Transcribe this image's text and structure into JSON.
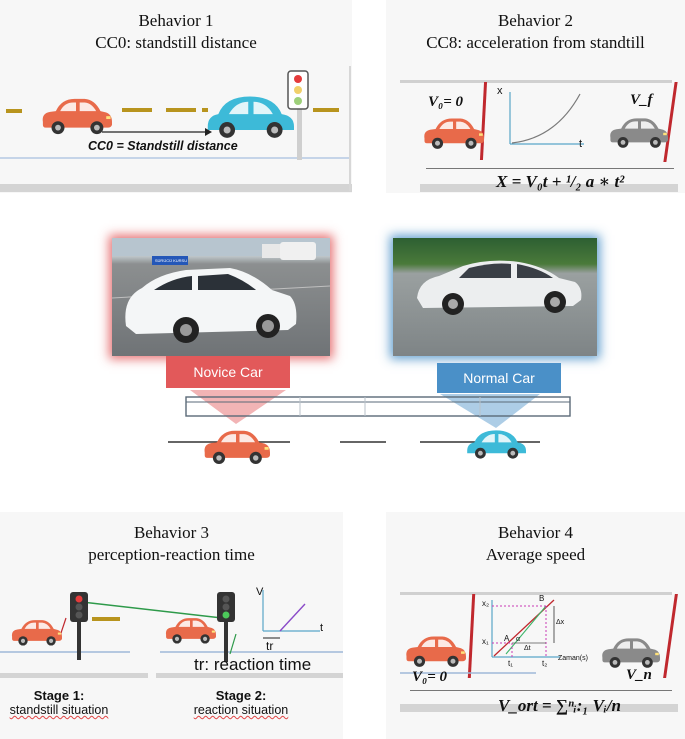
{
  "behavior1": {
    "title": "Behavior 1",
    "subtitle": "CC0: standstill distance",
    "label": "CC0 = Standstill distance"
  },
  "behavior2": {
    "title": "Behavior 2",
    "subtitle": "CC8: acceleration from standtill",
    "v0": "V₀= 0",
    "vf": "V_f",
    "graph_x": "x",
    "graph_t": "t",
    "equation": "X = V₀t + ¹/₂ a ∗ t²"
  },
  "center": {
    "novice_label": "Novice Car",
    "normal_label": "Normal Car",
    "sign": "SÜRÜCÜ KURSU"
  },
  "behavior3": {
    "title": "Behavior 3",
    "subtitle": "perception-reaction time",
    "graph_v": "V",
    "graph_t": "t",
    "tr": "tr",
    "reaction_caption": "tr: reaction time",
    "stage1_title": "Stage 1:",
    "stage1_desc": "standstill situation",
    "stage2_title": "Stage 2:",
    "stage2_desc": "reaction situation"
  },
  "behavior4": {
    "title": "Behavior 4",
    "subtitle": "Average speed",
    "v0": "V₀= 0",
    "vn": "V_n",
    "x2": "x₂",
    "x1": "x₁",
    "t1": "t₁",
    "t2": "t₂",
    "A": "A",
    "B": "B",
    "dx": "Δx",
    "dt": "Δt",
    "alpha": "α",
    "axis": "Zaman(s)",
    "equation": "V_ort = ∑ⁿᵢ:₁ Vᵢ/n"
  },
  "colors": {
    "red_car": "#e86a4a",
    "blue_car": "#3dbad8",
    "gray_car": "#8a8a8a",
    "novice": "#e2595a",
    "normal": "#4a90c8"
  }
}
